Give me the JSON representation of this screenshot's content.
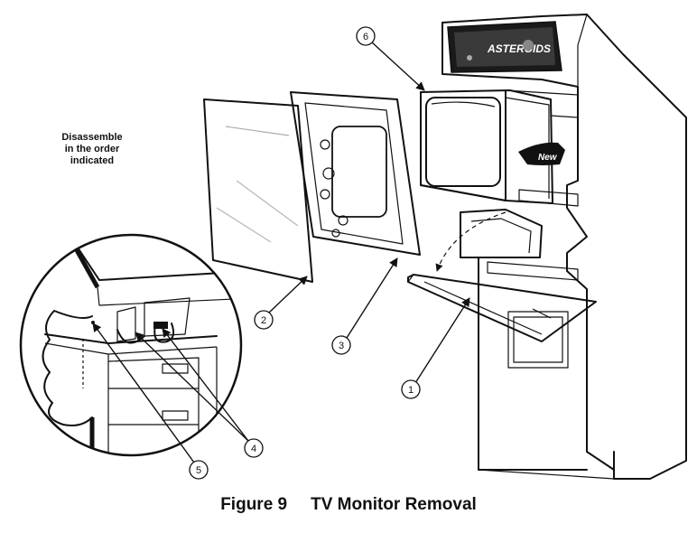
{
  "instruction": {
    "line1": "Disassemble",
    "line2": "in the order",
    "line3": "indicated"
  },
  "caption": {
    "figure": "Figure 9",
    "title": "TV Monitor Removal"
  },
  "callouts": {
    "c1": "1",
    "c2": "2",
    "c3": "3",
    "c4": "4",
    "c5": "5",
    "c6": "6"
  },
  "labels": {
    "sticker": "New",
    "marquee": "ASTEROIDS"
  }
}
